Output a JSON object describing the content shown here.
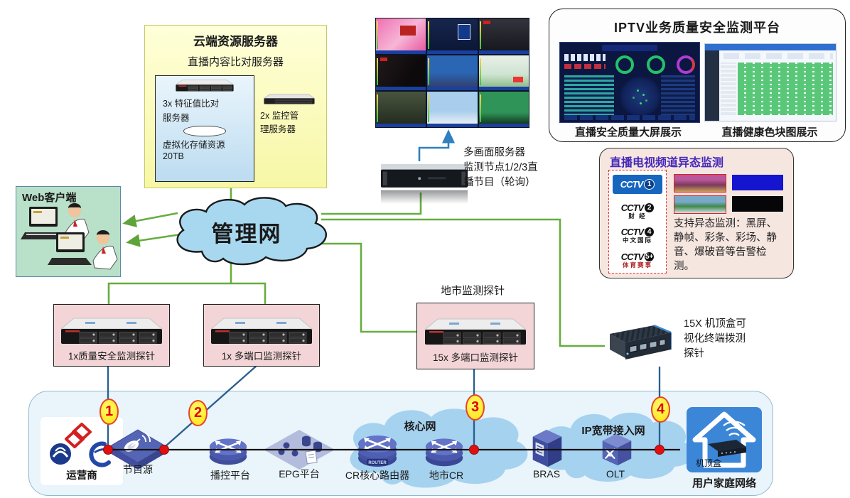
{
  "colors": {
    "mgmt_line_green": "#66ad3f",
    "probe_line_blue": "#2a5e8e",
    "chain_black": "#111111",
    "cloud_fill": "#a8d8f0",
    "probe_box_pink": "#f3d5d7",
    "cloud_box_yellow": "#f7f7a6",
    "web_box_green": "#b9e0c9",
    "anomaly_title_purple": "#4629b8",
    "marker_yellow": "#ffe60e",
    "marker_red": "#e00000",
    "node_blue": "#5565b5",
    "home_blue": "#3c86d8",
    "health_green": "#58c878"
  },
  "cloud_box": {
    "title": "云端资源服务器",
    "subtitle": "直播内容比对服务器",
    "feature_line1": "3x 特征值比对",
    "feature_line2": "服务器",
    "storage_line1": "虚拟化存储资源",
    "storage_line2": "20TB",
    "monitor_line1": "2x 监控管",
    "monitor_line2": "理服务器"
  },
  "web_client": {
    "title": "Web客户端"
  },
  "mgmt_cloud": {
    "label": "管理网"
  },
  "multiscreen": {
    "lines": [
      "多画面服务器",
      "监测节点1/2/3直",
      "播节目（轮询）"
    ]
  },
  "platform": {
    "title": "IPTV业务质量安全监测平台",
    "caption_left": "直播安全质量大屏展示",
    "caption_right": "直播健康色块图展示"
  },
  "anomaly": {
    "title": "直播电视频道异态监测",
    "channels": [
      {
        "brand": "CCTV",
        "num": "1",
        "sub": ""
      },
      {
        "brand": "CCTV",
        "num": "2",
        "sub": "财 经"
      },
      {
        "brand": "CCTV",
        "num": "4",
        "sub": "中文国际"
      },
      {
        "brand": "CCTV",
        "num": "5+",
        "sub": "体育赛事"
      }
    ],
    "desc": "支持异态监测：黑屏、静帧、彩条、彩场、静音、爆破音等告警检测。"
  },
  "probes": {
    "city_label": "地市监测探针",
    "probe1": "1x质量安全监测探针",
    "probe2": "1x 多端口监测探针",
    "probe3": "15x 多端口监测探针",
    "stb_lines": [
      "15X 机顶盒可",
      "视化终端拨测",
      "探针"
    ]
  },
  "markers": [
    "1",
    "2",
    "3",
    "4"
  ],
  "network": {
    "operator": "运营商",
    "core_label": "核心网",
    "access_label": "IP宽带接入网",
    "router_chip": "ROUTER",
    "nodes": {
      "source": "节目源",
      "broadcast": "播控平台",
      "epg": "EPG平台",
      "core_router": "CR核心路由器",
      "city_cr": "地市CR",
      "bras": "BRAS",
      "olt": "OLT"
    },
    "stb": "机顶盒",
    "home": "用户家庭网络"
  }
}
